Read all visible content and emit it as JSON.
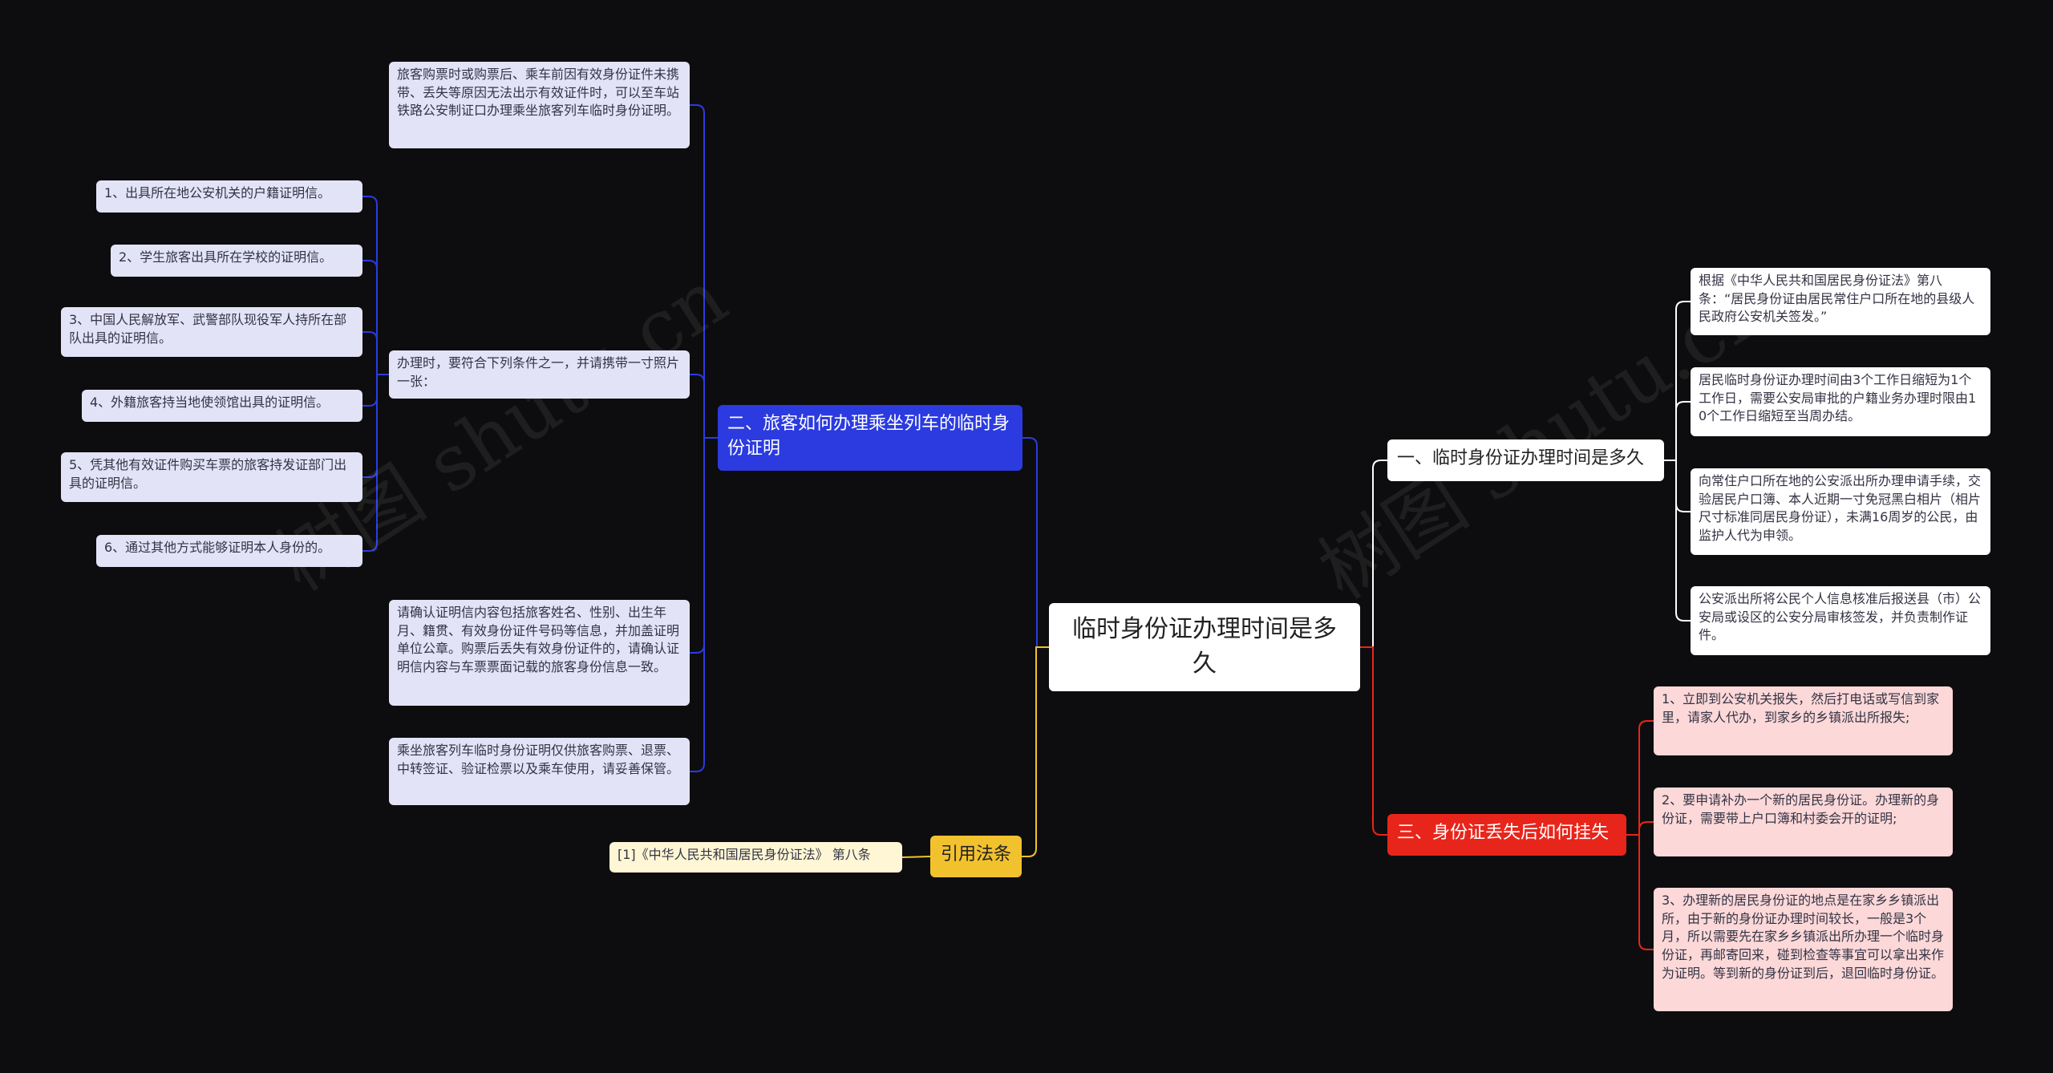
{
  "watermark": "树图 shutu.cn",
  "root": {
    "label": "临时身份证办理时间是多久"
  },
  "branches": {
    "b2": {
      "label": "二、旅客如何办理乘坐列车的临时身份证明",
      "items": [
        "旅客购票时或购票后、乘车前因有效身份证件未携带、丢失等原因无法出示有效证件时，可以至车站铁路公安制证口办理乘坐旅客列车临时身份证明。",
        "办理时，要符合下列条件之一，并请携带一寸照片一张：",
        "请确认证明信内容包括旅客姓名、性别、出生年月、籍贯、有效身份证件号码等信息，并加盖证明单位公章。购票后丢失有效身份证件的，请确认证明信内容与车票票面记载的旅客身份信息一致。",
        "乘坐旅客列车临时身份证明仅供旅客购票、退票、中转签证、验证检票以及乘车使用，请妥善保管。"
      ],
      "conditions": [
        "1、出具所在地公安机关的户籍证明信。",
        "2、学生旅客出具所在学校的证明信。",
        "3、中国人民解放军、武警部队现役军人持所在部队出具的证明信。",
        "4、外籍旅客持当地使领馆出具的证明信。",
        "5、凭其他有效证件购买车票的旅客持发证部门出具的证明信。",
        "6、通过其他方式能够证明本人身份的。"
      ]
    },
    "law": {
      "label": "引用法条",
      "items": [
        "[1]《中华人民共和国居民身份证法》 第八条"
      ]
    },
    "b1": {
      "label": "一、临时身份证办理时间是多久",
      "items": [
        "根据《中华人民共和国居民身份证法》第八条：“居民身份证由居民常住户口所在地的县级人民政府公安机关签发。”",
        "居民临时身份证办理时间由3个工作日缩短为1个工作日，需要公安局审批的户籍业务办理时限由10个工作日缩短至当周办结。",
        "向常住户口所在地的公安派出所办理申请手续，交验居民户口簿、本人近期一寸免冠黑白相片（相片尺寸标准同居民身份证），未满16周岁的公民，由监护人代为申领。",
        "公安派出所将公民个人信息核准后报送县（市）公安局或设区的公安分局审核签发，并负责制作证件。"
      ]
    },
    "b3": {
      "label": "三、身份证丢失后如何挂失",
      "items": [
        "1、立即到公安机关报失，然后打电话或写信到家里，请家人代办，到家乡的乡镇派出所报失;",
        "2、要申请补办一个新的居民身份证。办理新的身份证，需要带上户口簿和村委会开的证明;",
        "3、办理新的居民身份证的地点是在家乡乡镇派出所，由于新的身份证办理时间较长，一般是3个月，所以需要先在家乡乡镇派出所办理一个临时身份证，再邮寄回来，碰到检查等事宜可以拿出来作为证明。等到新的身份证到后，退回临时身份证。"
      ]
    }
  },
  "colors": {
    "background": "#0d0d0f",
    "blue": "#2b3be0",
    "red": "#e8251b",
    "yellow": "#f2c12e",
    "white": "#ffffff",
    "leaf_lilac": "#e3e3f7",
    "leaf_pink": "#fcd8d8",
    "leaf_cream": "#fff6d5"
  }
}
